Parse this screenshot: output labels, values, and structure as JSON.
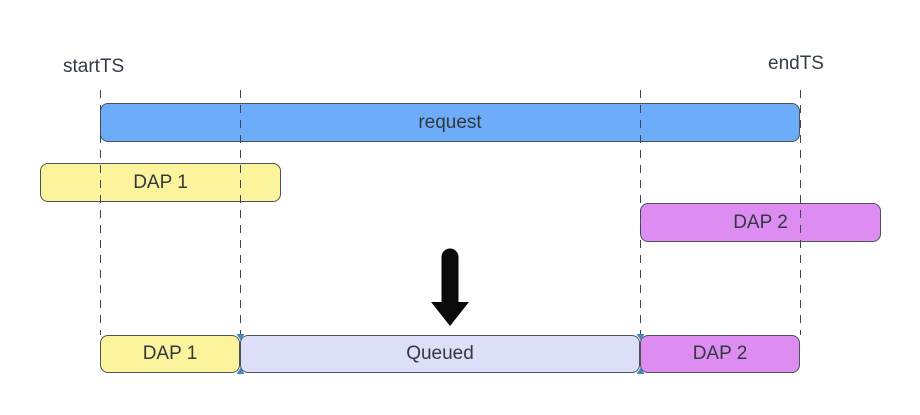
{
  "timeline": {
    "start_label": "startTS",
    "end_label": "endTS"
  },
  "top_row": {
    "request_label": "request",
    "dap1_label": "DAP 1",
    "dap2_label": "DAP 2"
  },
  "bottom_row": {
    "dap1_label": "DAP 1",
    "queued_label": "Queued",
    "dap2_label": "DAP 2"
  },
  "icons": {
    "down_arrow": "down-arrow-icon",
    "connection_marker": "connection-marker-icon"
  },
  "colors": {
    "request_fill": "#6CACF8",
    "dap_fill_yellow": "#FCF49D",
    "dap_fill_magenta": "#DD8DF2",
    "queued_fill": "#DDDFF8",
    "bar_border": "#4D5258",
    "dashed_line": "#3A4550",
    "text": "#33383E",
    "arrow": "#0A0A0A",
    "connection_marker": "#3B88C3"
  }
}
